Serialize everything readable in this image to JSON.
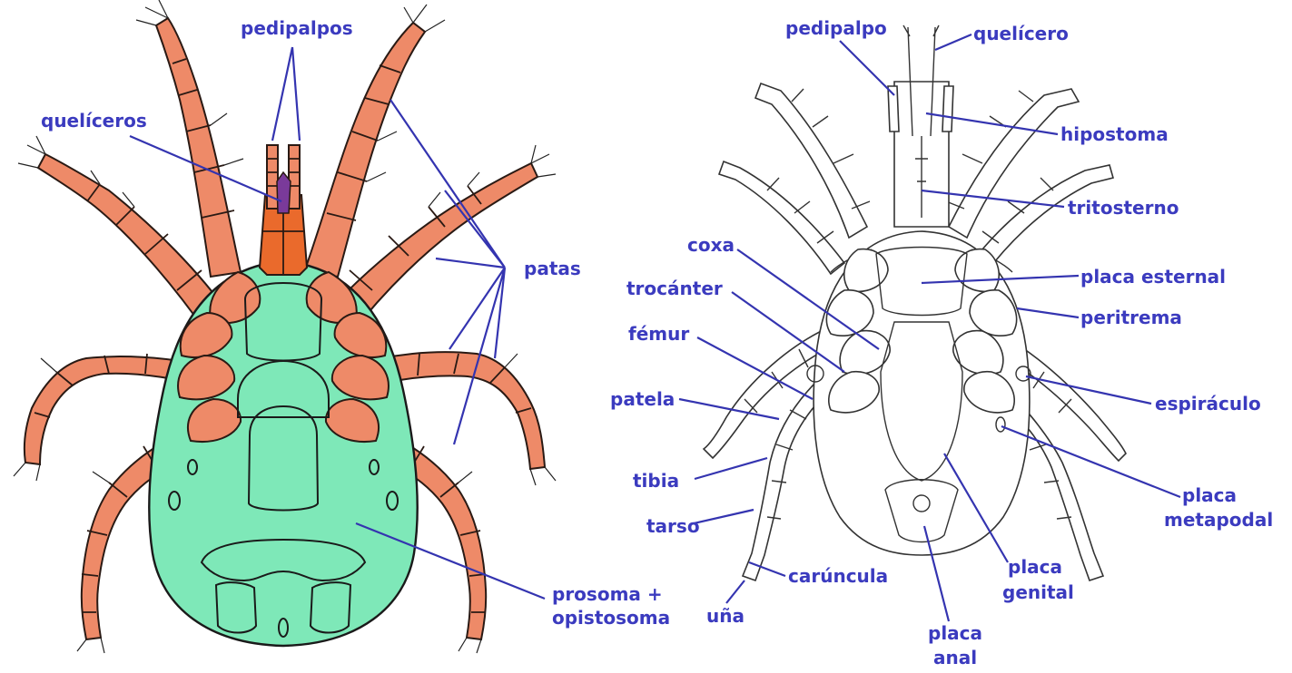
{
  "left_diagram": {
    "labels": {
      "pedipalpos": "pedipalpos",
      "queliceros": "quelíceros",
      "patas": "patas",
      "prosoma_line1": "prosoma +",
      "prosoma_line2": "opistosoma"
    },
    "colors": {
      "legs": "#ee8a68",
      "body": "#7ee8b8",
      "chelicerae": "#ea6a2c",
      "labels": "#3b3bbf"
    }
  },
  "right_diagram": {
    "labels": {
      "pedipalpo": "pedipalpo",
      "quelicero": "quelícero",
      "hipostoma": "hipostoma",
      "tritosterno": "tritosterno",
      "coxa": "coxa",
      "placa_esternal": "placa esternal",
      "trocanter": "trocánter",
      "peritrema": "peritrema",
      "femur": "fémur",
      "espiraculo": "espiráculo",
      "patela": "patela",
      "tibia": "tibia",
      "placa_metapodal_1": "placa",
      "placa_metapodal_2": "metapodal",
      "tarso": "tarso",
      "caruncula": "carúncula",
      "placa_genital_1": "placa",
      "placa_genital_2": "genital",
      "una": "uña",
      "placa_anal_1": "placa",
      "placa_anal_2": "anal"
    }
  }
}
